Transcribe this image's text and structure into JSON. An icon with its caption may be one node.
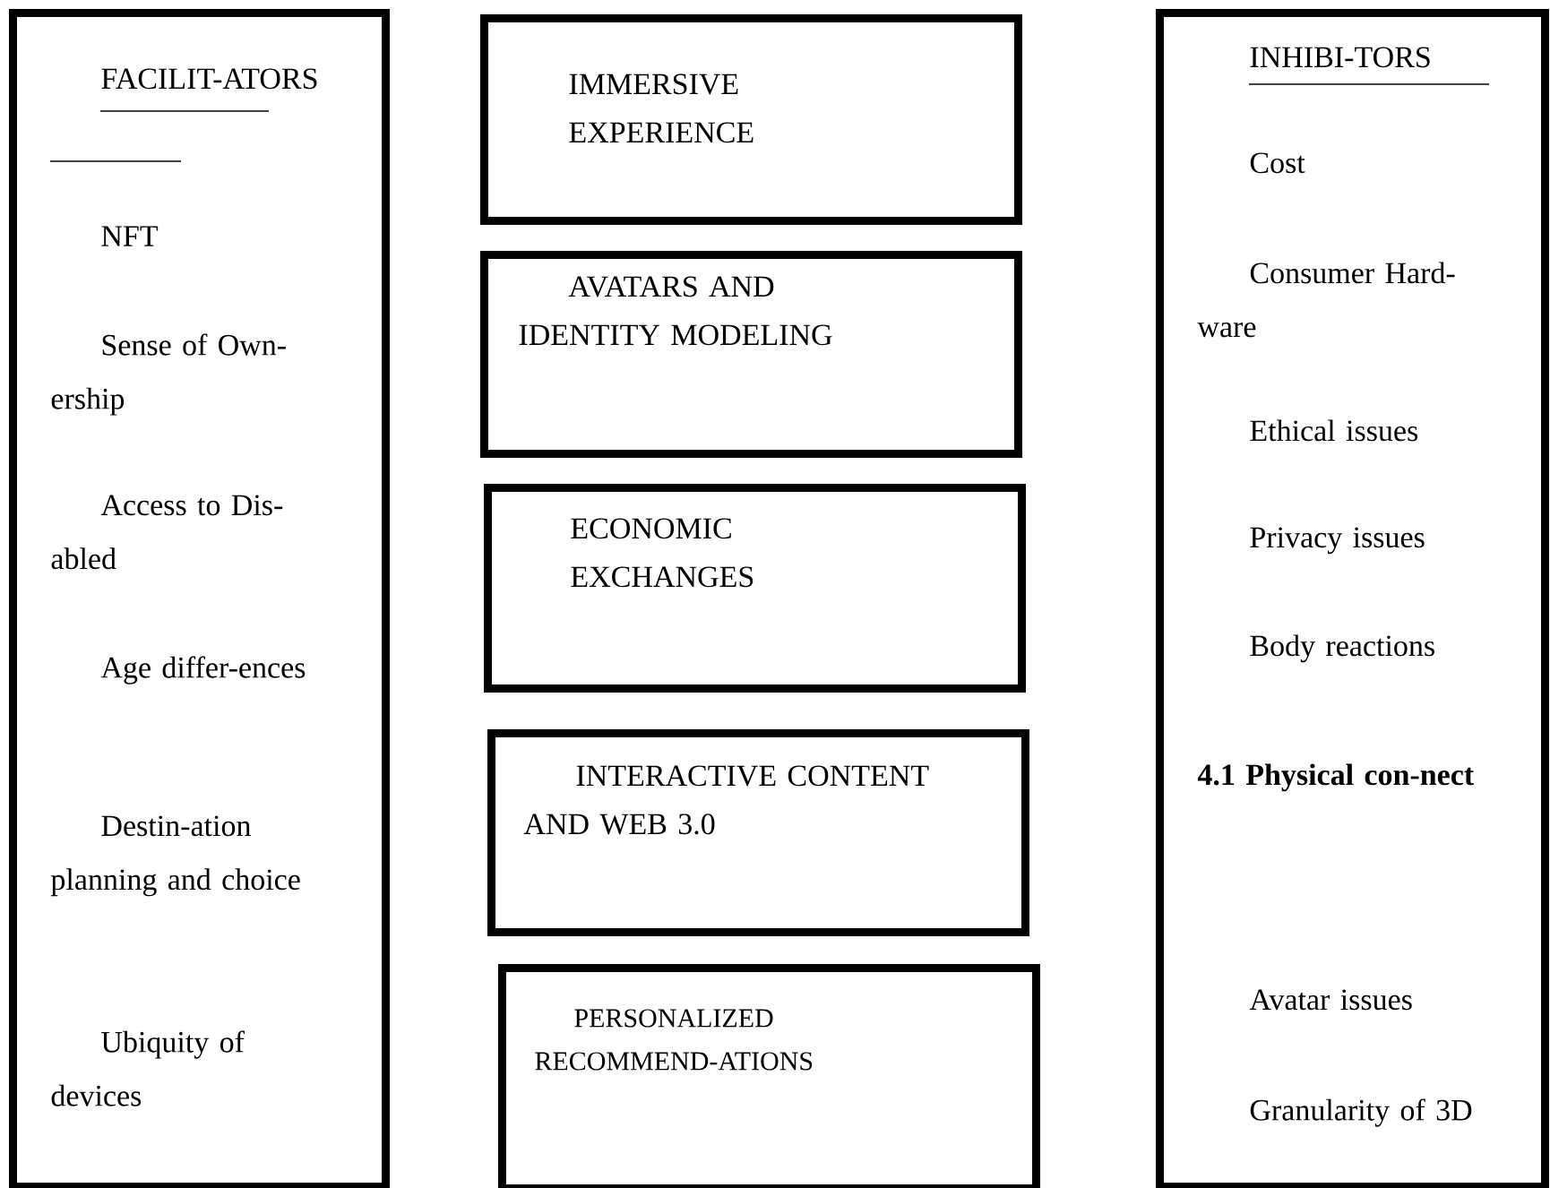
{
  "diagram": {
    "nodes": [
      {
        "text": [
          "FACILIT-ATORS",
          "NFT",
          "Sense of Own-ership",
          "Access to Dis-abled",
          "Age differ-ences",
          "Destin-ation planning and choice",
          "Ubiquity of devices"
        ]
      },
      {
        "text": [
          "IMMERSIVE EXPERIENCE"
        ]
      },
      {
        "text": [
          "AVATARS AND IDENTITY MODELING"
        ]
      },
      {
        "text": [
          "ECONOMIC EXCHANGES"
        ]
      },
      {
        "text": [
          "INTERACTIVE CONTENT AND WEB 3.0"
        ]
      },
      {
        "text": [
          "PERSONALIZED RECOMMEND-ATIONS"
        ]
      },
      {
        "text": [
          "INHIBI-TORS",
          "Cost",
          "Consumer Hard-ware",
          "Ethical issues",
          "Privacy issues",
          "Body reactions",
          "4.1 Physical con-nect",
          "Avatar issues",
          "Granularity of 3D"
        ]
      }
    ]
  }
}
